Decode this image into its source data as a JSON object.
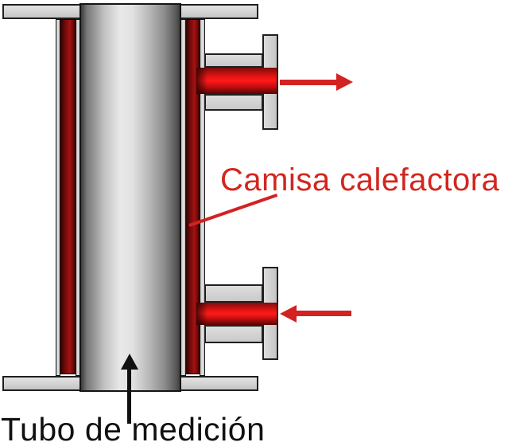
{
  "diagram": {
    "labels": {
      "jacket": "Camisa calefactora",
      "tube": "Tubo de medición"
    },
    "colors": {
      "label_red": "#d2261e",
      "arrow_red": "#d32222",
      "jacket_fluid_dark_red": "#a41212",
      "pipe_fluid_bright_red": "#ff1a1a",
      "metal_gray": "#d6d6d6",
      "tube_highlight_gray": "#e9e9e9",
      "outline_black": "#1f1f1f",
      "label_black": "#111111"
    },
    "flow": {
      "top_right_arrow_direction": "right (outflow)",
      "bottom_right_arrow_direction": "left (inflow)",
      "tube_pointer_direction": "up"
    }
  }
}
